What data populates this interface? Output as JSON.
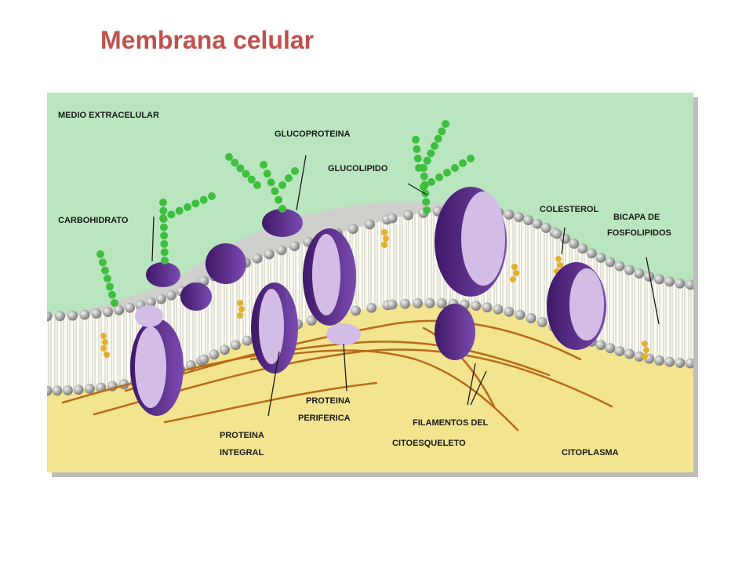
{
  "slide": {
    "title": "Membrana celular"
  },
  "diagram": {
    "labels": {
      "medio_extracelular": "MEDIO EXTRACELULAR",
      "glucoproteina": "GLUCOPROTEINA",
      "glucolipido": "GLUCOLIPIDO",
      "carbohidrato": "CARBOHIDRATO",
      "colesterol": "COLESTEROL",
      "bicapa_line1": "BICAPA DE",
      "bicapa_line2": "FOSFOLIPIDOS",
      "proteina_periferica_line1": "PROTEINA",
      "proteina_periferica_line2": "PERIFERICA",
      "filamentos_line1": "FILAMENTOS DEL",
      "filamentos_line2": "CITOESQUELETO",
      "proteina_integral_line1": "PROTEINA",
      "proteina_integral_line2": "INTEGRAL",
      "citoplasma": "CITOPLASMA"
    },
    "colors": {
      "extracellular": "#b9e6bf",
      "cytoplasm": "#f3e48f",
      "lipid_head": "#a8a8a8",
      "protein_dark": "#5a2a8c",
      "protein_light": "#d3bde6",
      "carbohydrate": "#3fbf3f",
      "cholesterol": "#e2b030",
      "filament": "#b86b1a"
    }
  }
}
